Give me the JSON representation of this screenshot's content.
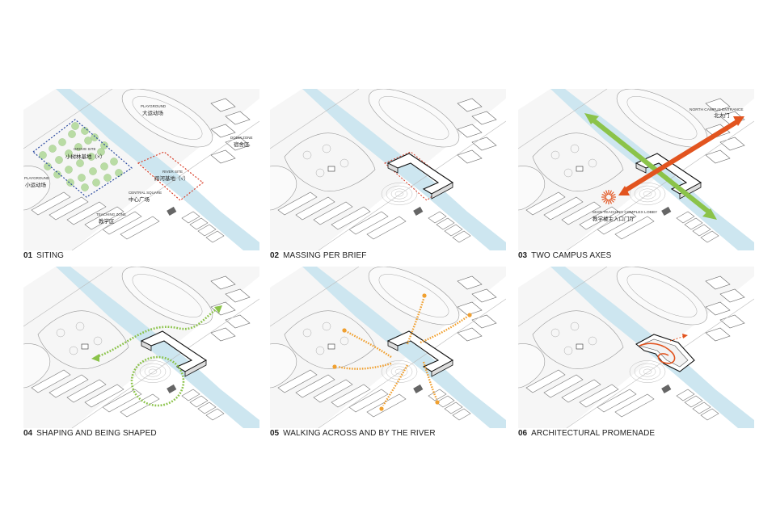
{
  "panels": [
    {
      "number": "01",
      "title": "SITING"
    },
    {
      "number": "02",
      "title": "MASSING PER BRIEF"
    },
    {
      "number": "03",
      "title": "TWO CAMPUS AXES"
    },
    {
      "number": "04",
      "title": "SHAPING AND BEING SHAPED"
    },
    {
      "number": "05",
      "title": "WALKING ACROSS AND BY THE RIVER"
    },
    {
      "number": "06",
      "title": "ARCHITECTURAL PROMENADE"
    }
  ],
  "labels": {
    "playground_north_en": "PLAYGROUND",
    "playground_north_cn": "大运动场",
    "grove_site_en": "GROVE SITE",
    "grove_site_cn": "小树林基地（×）",
    "dorm_zone_en": "DORM ZONE",
    "dorm_zone_cn": "宿舍区",
    "river_site_en": "RIVER SITE",
    "river_site_cn": "跨河基地（√）",
    "playground_west_en": "PLAYGROUND",
    "playground_west_cn": "小运动场",
    "central_square_en": "CENTRAL SQUARE",
    "central_square_cn": "中心广场",
    "teaching_zone_en": "TEACHING ZONE",
    "teaching_zone_cn": "教学区",
    "north_entrance_en": "NORTH CAMPUS ENTRANCE",
    "north_entrance_cn": "北大门",
    "lobby_en": "MAIN TEACHING COMPLEX LOBBY",
    "lobby_cn": "教学楼主入口门厅"
  },
  "colors": {
    "river": "#cde6f0",
    "grove_outline": "#2b4aa0",
    "river_site_outline": "#d9402b",
    "green_axis": "#8bc34a",
    "orange_axis": "#e2541f",
    "walk_path": "#f0a030",
    "promenade": "#e2541f",
    "grove_tree": "#b9dca4"
  }
}
